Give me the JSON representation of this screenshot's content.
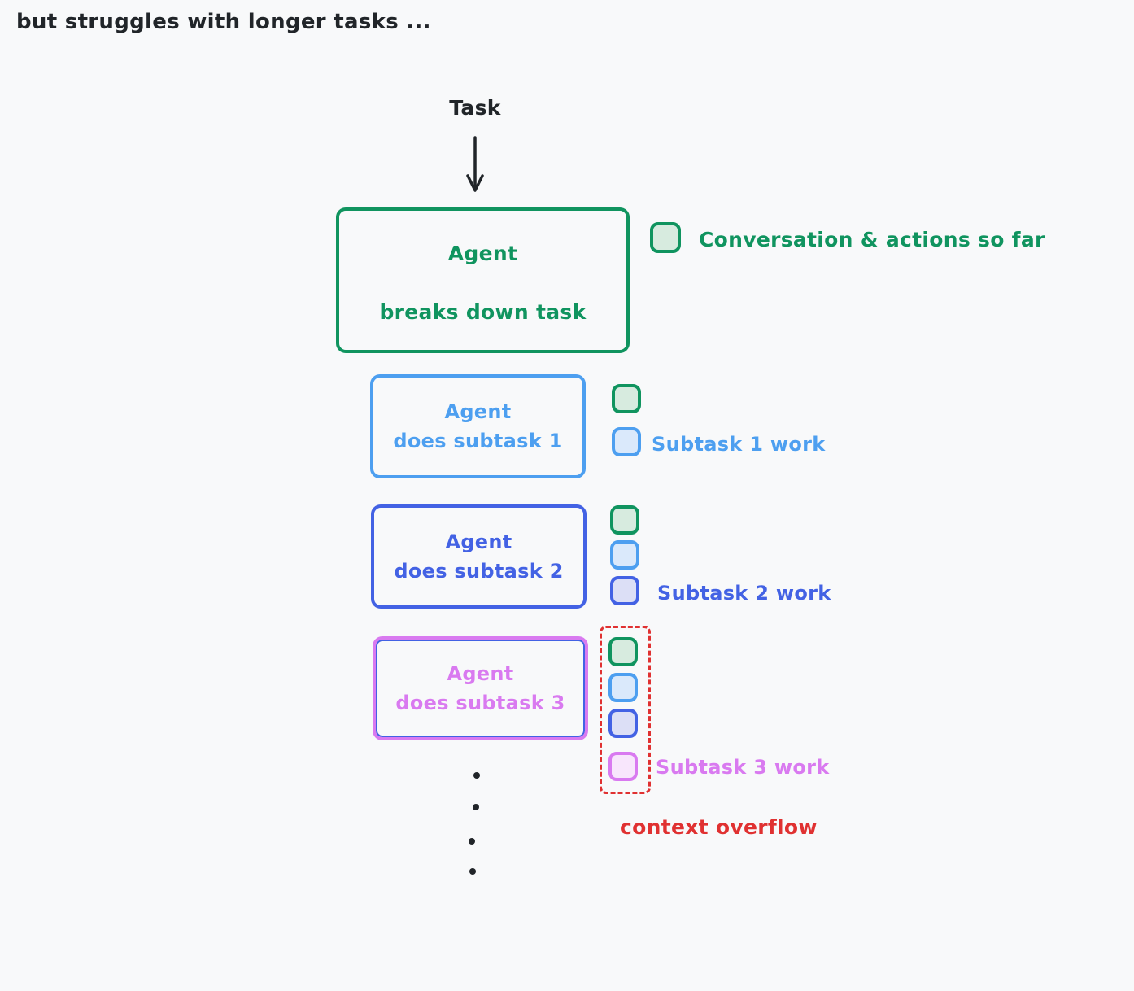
{
  "title": "but struggles with longer tasks ...",
  "task_label": "Task",
  "main_agent": {
    "line1": "Agent",
    "line2": "breaks down task",
    "legend_chip": "green-context-chip",
    "legend_label": "Conversation & actions so far"
  },
  "subtasks": [
    {
      "line1": "Agent",
      "line2": "does subtask 1",
      "work_label": "Subtask 1 work",
      "chips": [
        "green",
        "light_blue"
      ]
    },
    {
      "line1": "Agent",
      "line2": "does subtask 2",
      "work_label": "Subtask 2 work",
      "chips": [
        "green",
        "light_blue",
        "royal_blue"
      ]
    },
    {
      "line1": "Agent",
      "line2": "does subtask 3",
      "work_label": "Subtask 3 work",
      "chips": [
        "green",
        "light_blue",
        "royal_blue",
        "violet"
      ]
    }
  ],
  "overflow_label": "context overflow",
  "ellipsis_dots": 4,
  "colors": {
    "bg": "#f8f9fa",
    "ink": "#212529",
    "green": "#10945f",
    "green_fill": "#d7ebdf",
    "light_blue": "#4d9ff0",
    "light_blue_fill": "#dae9fb",
    "royal_blue": "#4362e4",
    "royal_blue_fill": "#dcdff6",
    "violet": "#d97af0",
    "violet_fill": "#f8e6fc",
    "red": "#e03131"
  }
}
